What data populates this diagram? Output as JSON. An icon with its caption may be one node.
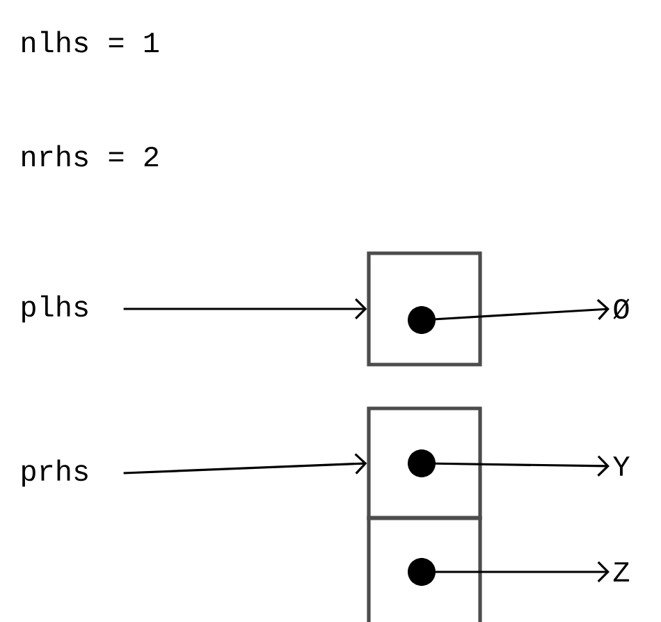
{
  "diagram": {
    "nodes": [
      {
        "text": [
          "plhs"
        ]
      },
      {
        "text": [],
        "shape": "box"
      },
      {
        "text": [
          "Ø"
        ]
      },
      {
        "text": [
          "prhs"
        ]
      },
      {
        "text": [],
        "shape": "box"
      },
      {
        "text": [],
        "shape": "box"
      },
      {
        "text": [
          "Y"
        ]
      },
      {
        "text": [
          "Z"
        ]
      }
    ],
    "edges": [
      {
        "from": 0,
        "to": 1,
        "arrow": "to"
      },
      {
        "from": 1,
        "to": 2,
        "arrow": "to"
      },
      {
        "from": 3,
        "to": 4,
        "arrow": "to"
      },
      {
        "from": 4,
        "to": 6,
        "arrow": "to"
      },
      {
        "from": 5,
        "to": 7,
        "arrow": "to"
      }
    ],
    "labels": [
      "nlhs = 1",
      "nrhs = 2"
    ]
  }
}
